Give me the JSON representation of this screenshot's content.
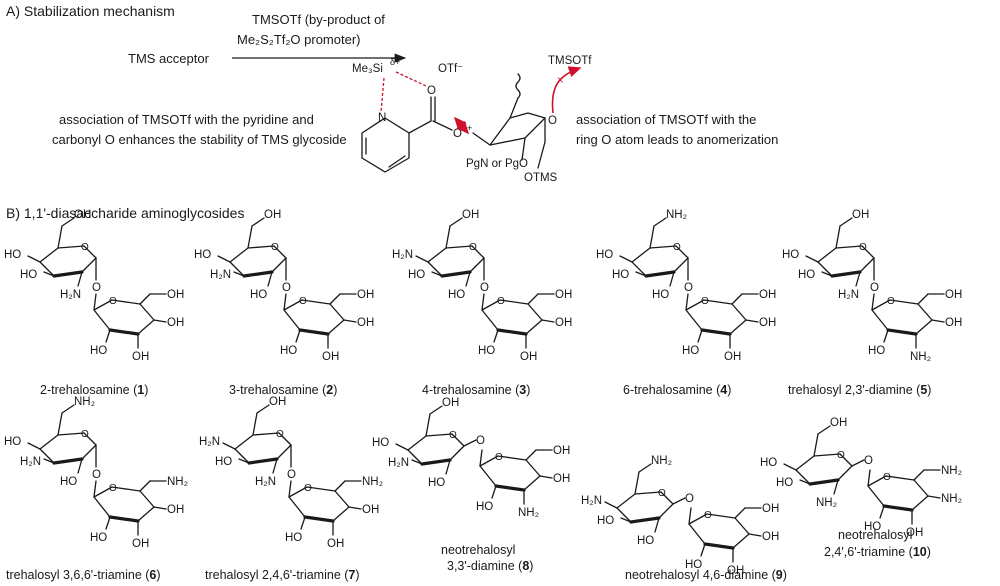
{
  "sectionA": {
    "title": "A)  Stabilization mechanism",
    "arrow_top_1": "TMSOTf (by-product of",
    "arrow_top_2": "Me₂S₂Tf₂O promoter)",
    "acceptor": "TMS acceptor",
    "left_note_1": "association of TMSOTf with the pyridine and",
    "left_note_2": "carbonyl O enhances the stability of TMS glycoside",
    "right_note_1": "association of TMSOTf with the",
    "right_note_2": "ring O atom leads to anomerization",
    "labels": {
      "me3si": "Me₃Si",
      "delta_plus_si": "δ+",
      "otf": "OTf⁻",
      "tmsotf": "TMSOTf",
      "carbonyl_o": "O",
      "ester_o": "O",
      "delta_plus_o": "δ+",
      "pyridine_n": "N",
      "pgn": "PgN or PgO",
      "otms": "OTMS",
      "ring_o": "O"
    }
  },
  "sectionB": {
    "title": "B)  1,1'-diasaccharide aminoglycosides",
    "compounds": [
      {
        "name": "2-trehalosamine (",
        "num": "1",
        "close": ")"
      },
      {
        "name": "3-trehalosamine (",
        "num": "2",
        "close": ")"
      },
      {
        "name": "4-trehalosamine (",
        "num": "3",
        "close": ")"
      },
      {
        "name": "6-trehalosamine (",
        "num": "4",
        "close": ")"
      },
      {
        "name": "trehalosyl 2,3'-diamine (",
        "num": "5",
        "close": ")"
      },
      {
        "name": "trehalosyl 3,6,6'-triamine (",
        "num": "6",
        "close": ")"
      },
      {
        "name": "trehalosyl 2,4,6'-triamine (",
        "num": "7",
        "close": ")"
      },
      {
        "name_1": "neotrehalosyl",
        "name_2": "3,3'-diamine (",
        "num": "8",
        "close": ")"
      },
      {
        "name": "neotrehalosyl 4,6-diamine (",
        "num": "9",
        "close": ")"
      },
      {
        "name_1": "neotrehalosyl",
        "name_2": "2,4',6'-triamine (",
        "num": "10",
        "close": ")"
      }
    ],
    "groups": {
      "oh": "OH",
      "ho": "HO",
      "nh2": "NH₂",
      "h2n": "H₂N",
      "o": "O"
    }
  }
}
